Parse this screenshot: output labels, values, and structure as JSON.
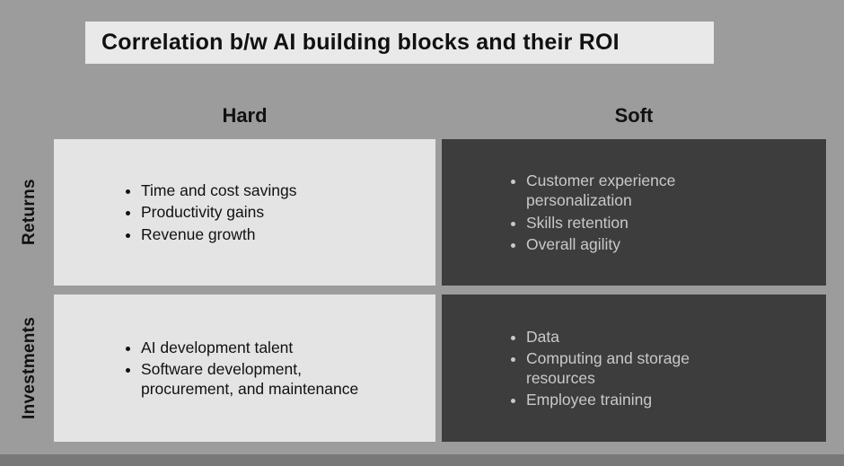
{
  "title": "Correlation b/w AI building blocks and their ROI",
  "columns": {
    "hard": "Hard",
    "soft": "Soft"
  },
  "rows": {
    "returns": "Returns",
    "investments": "Investments"
  },
  "quadrants": {
    "returns_hard": {
      "items": [
        "Time and cost savings",
        "Productivity gains",
        "Revenue growth"
      ]
    },
    "returns_soft": {
      "items": [
        "Customer experience personalization",
        "Skills retention",
        "Overall agility"
      ]
    },
    "investments_hard": {
      "items": [
        "AI development talent",
        "Software development, procurement, and maintenance"
      ]
    },
    "investments_soft": {
      "items": [
        "Data",
        "Computing and storage resources",
        "Employee training"
      ]
    }
  },
  "colors": {
    "background": "#9c9c9c",
    "title_background": "#e9e9e9",
    "light_box": "#e4e4e4",
    "dark_box": "#3d3d3d",
    "dark_box_text": "#c9c9c9",
    "text": "#111111"
  }
}
